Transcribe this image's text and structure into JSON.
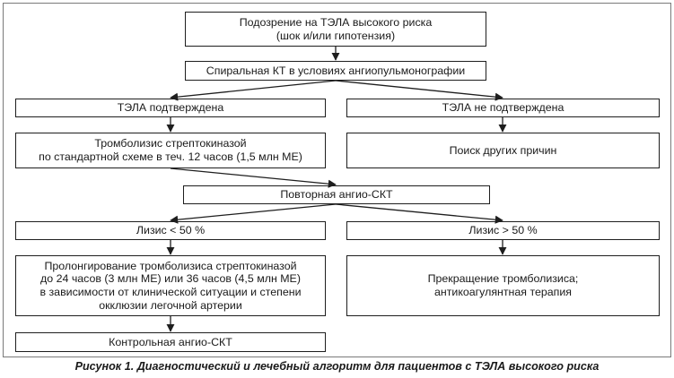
{
  "diagram": {
    "nodes": {
      "suspicion": "Подозрение на ТЭЛА высокого риска\n(шок и/или гипотензия)",
      "spiral_ct": "Спиральная КТ в условиях ангиопульмонографии",
      "confirmed": "ТЭЛА подтверждена",
      "not_confirmed": "ТЭЛА не подтверждена",
      "thrombolysis": "Тромболизис стрептокиназой\nпо стандартной схеме в теч. 12 часов (1,5 млн МЕ)",
      "other_causes": "Поиск других причин",
      "repeat_ct": "Повторная ангио-СКТ",
      "lysis_lt_50": "Лизис < 50 %",
      "lysis_gt_50": "Лизис > 50 %",
      "prolonged": "Пролонгирование тромболизиса стрептокиназой\nдо 24 часов (3 млн МЕ) или 36 часов (4,5 млн МЕ)\nв зависимости от клинической ситуации и степени\nокклюзии легочной артерии",
      "stop": "Прекращение тромболизиса;\nантикоагулянтная терапия",
      "control_ct": "Контрольная ангио-СКТ"
    },
    "caption": "Рисунок 1. Диагностический и лечебный алгоритм для пациентов с ТЭЛА высокого риска"
  }
}
